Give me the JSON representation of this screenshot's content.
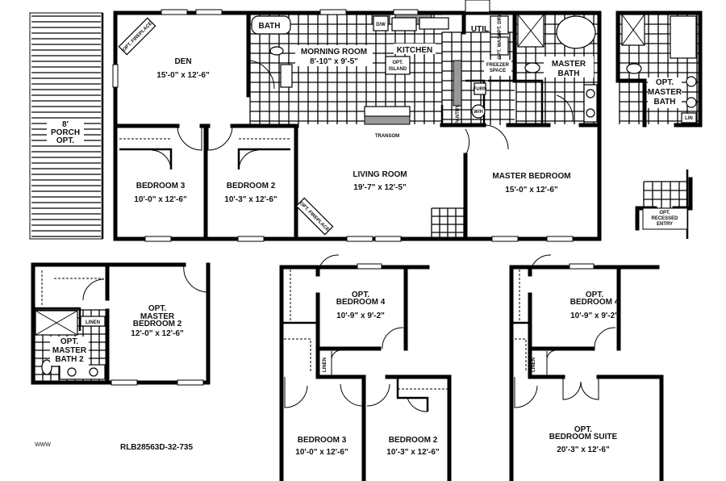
{
  "main_plan": {
    "den": {
      "name": "DEN",
      "size": "15'-0\" x 12'-6\""
    },
    "opt_fireplace_den": "OPT. FIREPLACE",
    "bath": "BATH",
    "morning_room": {
      "name": "MORNING ROOM",
      "size": "8'-10\" x 9'-5\""
    },
    "kitchen": "KITCHEN",
    "opt_island": [
      "OPT.",
      "ISLAND"
    ],
    "dw": "D/W",
    "util": "UTIL",
    "opt_dry": "OPT. DRY",
    "opt_wash": "OPT. WASH",
    "freezer_space": [
      "FREEZER",
      "SPACE"
    ],
    "furn": "FURN",
    "wh": "W/H",
    "pantry": "PANTRY",
    "master_bath": [
      "MASTER",
      "BATH"
    ],
    "transom": "TRANSOM",
    "bedroom3": {
      "name": "BEDROOM 3",
      "size": "10'-0\" x 12'-6\""
    },
    "bedroom2": {
      "name": "BEDROOM 2",
      "size": "10'-3\" x 12'-6\""
    },
    "living_room": {
      "name": "LIVING ROOM",
      "size": "19'-7\" x 12'-5\""
    },
    "opt_fireplace_living": "OPT. FIREPLACE",
    "master_bedroom": {
      "name": "MASTER BEDROOM",
      "size": "15'-0\" x 12'-6\""
    }
  },
  "porch": [
    "8'",
    "PORCH",
    "OPT."
  ],
  "opt_master_bath": [
    "OPT.",
    "MASTER",
    "BATH"
  ],
  "lin": "LIN",
  "recessed_entry": [
    "OPT.",
    "RECESSED",
    "ENTRY"
  ],
  "option_master_bed2": {
    "bedroom": [
      "OPT.",
      "MASTER",
      "BEDROOM 2"
    ],
    "size": "12'-0\" x 12'-6\"",
    "bath": [
      "OPT.",
      "MASTER",
      "BATH 2"
    ],
    "linen": "LINEN"
  },
  "option_bedroom4": {
    "bedroom4": [
      "OPT.",
      "BEDROOM 4"
    ],
    "size4": "10'-9\" x 9'-2\"",
    "linen": "LINEN",
    "bedroom3": {
      "name": "BEDROOM 3",
      "size": "10'-0\" x 12'-6\""
    },
    "bedroom2": {
      "name": "BEDROOM 2",
      "size": "10'-3\" x 12'-6\""
    }
  },
  "option_suite": {
    "bedroom4": [
      "OPT.",
      "BEDROOM 4"
    ],
    "size4": "10'-9\" x 9'-2\"",
    "linen": "LINEN",
    "suite": [
      "OPT.",
      "BEDROOM SUITE"
    ],
    "suite_size": "20'-3\" x 12'-6\""
  },
  "footer": {
    "www": "WWW",
    "plan_number": "RLB28563D-32-735"
  }
}
